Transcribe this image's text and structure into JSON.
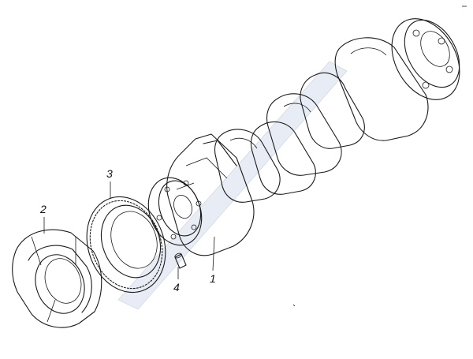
{
  "callouts": {
    "part_1": "1",
    "part_2": "2",
    "part_3": "3",
    "part_4": "4"
  },
  "colors": {
    "line": "#1a1a1a",
    "background": "#ffffff",
    "watermark": "#e7ecf5"
  }
}
